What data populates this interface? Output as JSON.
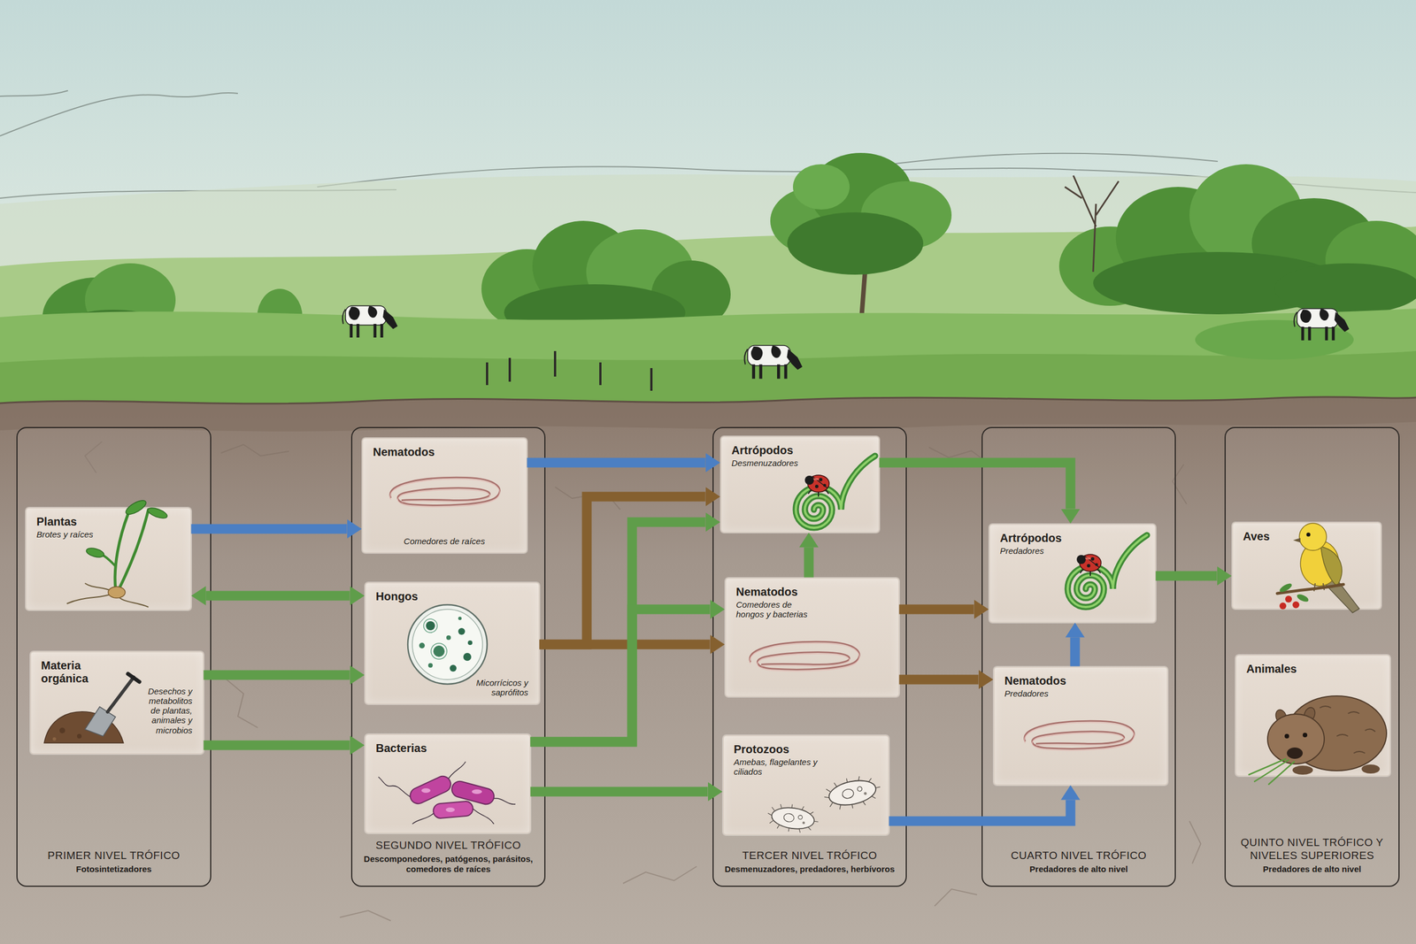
{
  "diagram": {
    "nodes": [
      {
        "text": [
          "PRIMER NIVEL TRÓFICO",
          "Fotosintetizadores"
        ]
      },
      {
        "text": [
          "Plantas",
          "Brotes y raíces"
        ],
        "in": 0
      },
      {
        "text": [
          "Materia orgánica",
          "Desechos y metabolitos de plantas, animales y microbios"
        ],
        "in": 0
      },
      {
        "text": [
          "SEGUNDO NIVEL TRÓFICO",
          "Descomponedores, patógenos, parásitos, comedores de raíces"
        ]
      },
      {
        "text": [
          "Nematodos",
          "Comedores de raíces"
        ],
        "in": 3
      },
      {
        "text": [
          "Hongos",
          "Micorrícicos y saprófitos"
        ],
        "in": 3
      },
      {
        "text": [
          "Bacterias"
        ],
        "in": 3
      },
      {
        "text": [
          "TERCER NIVEL TRÓFICO",
          "Desmenuzadores, predadores, herbívoros"
        ]
      },
      {
        "text": [
          "Artrópodos",
          "Desmenuzadores"
        ],
        "in": 7
      },
      {
        "text": [
          "Nematodos",
          "Comedores de hongos y bacterias"
        ],
        "in": 7
      },
      {
        "text": [
          "Protozoos",
          "Amebas, flagelantes y ciliados"
        ],
        "in": 7
      },
      {
        "text": [
          "CUARTO NIVEL TRÓFICO",
          "Predadores de alto nivel"
        ]
      },
      {
        "text": [
          "Artrópodos",
          "Predadores"
        ],
        "in": 11
      },
      {
        "text": [
          "Nematodos",
          "Predadores"
        ],
        "in": 11
      },
      {
        "text": [
          "QUINTO NIVEL TRÓFICO Y NIVELES SUPERIORES",
          "Predadores de alto nivel"
        ]
      },
      {
        "text": [
          "Aves"
        ],
        "in": 14
      },
      {
        "text": [
          "Animales"
        ],
        "in": 14
      }
    ],
    "edges": [
      {
        "from": 1,
        "to": 4,
        "arrow": "to"
      },
      {
        "from": 1,
        "to": 5,
        "arrow": "both"
      },
      {
        "from": 2,
        "to": 5,
        "arrow": "to"
      },
      {
        "from": 2,
        "to": 6,
        "arrow": "to"
      },
      {
        "from": 4,
        "to": 8,
        "arrow": "to"
      },
      {
        "from": 5,
        "to": 8,
        "arrow": "to"
      },
      {
        "from": 5,
        "to": 9,
        "arrow": "to"
      },
      {
        "from": 6,
        "to": 8,
        "arrow": "to"
      },
      {
        "from": 6,
        "to": 9,
        "arrow": "to"
      },
      {
        "from": 6,
        "to": 10,
        "arrow": "to"
      },
      {
        "from": 9,
        "to": 8,
        "arrow": "to"
      },
      {
        "from": 8,
        "to": 12,
        "arrow": "to"
      },
      {
        "from": 9,
        "to": 12,
        "arrow": "to"
      },
      {
        "from": 9,
        "to": 13,
        "arrow": "to"
      },
      {
        "from": 13,
        "to": 12,
        "arrow": "to"
      },
      {
        "from": 10,
        "to": 13,
        "arrow": "to"
      },
      {
        "from": 12,
        "to": 15,
        "arrow": "to"
      }
    ]
  }
}
